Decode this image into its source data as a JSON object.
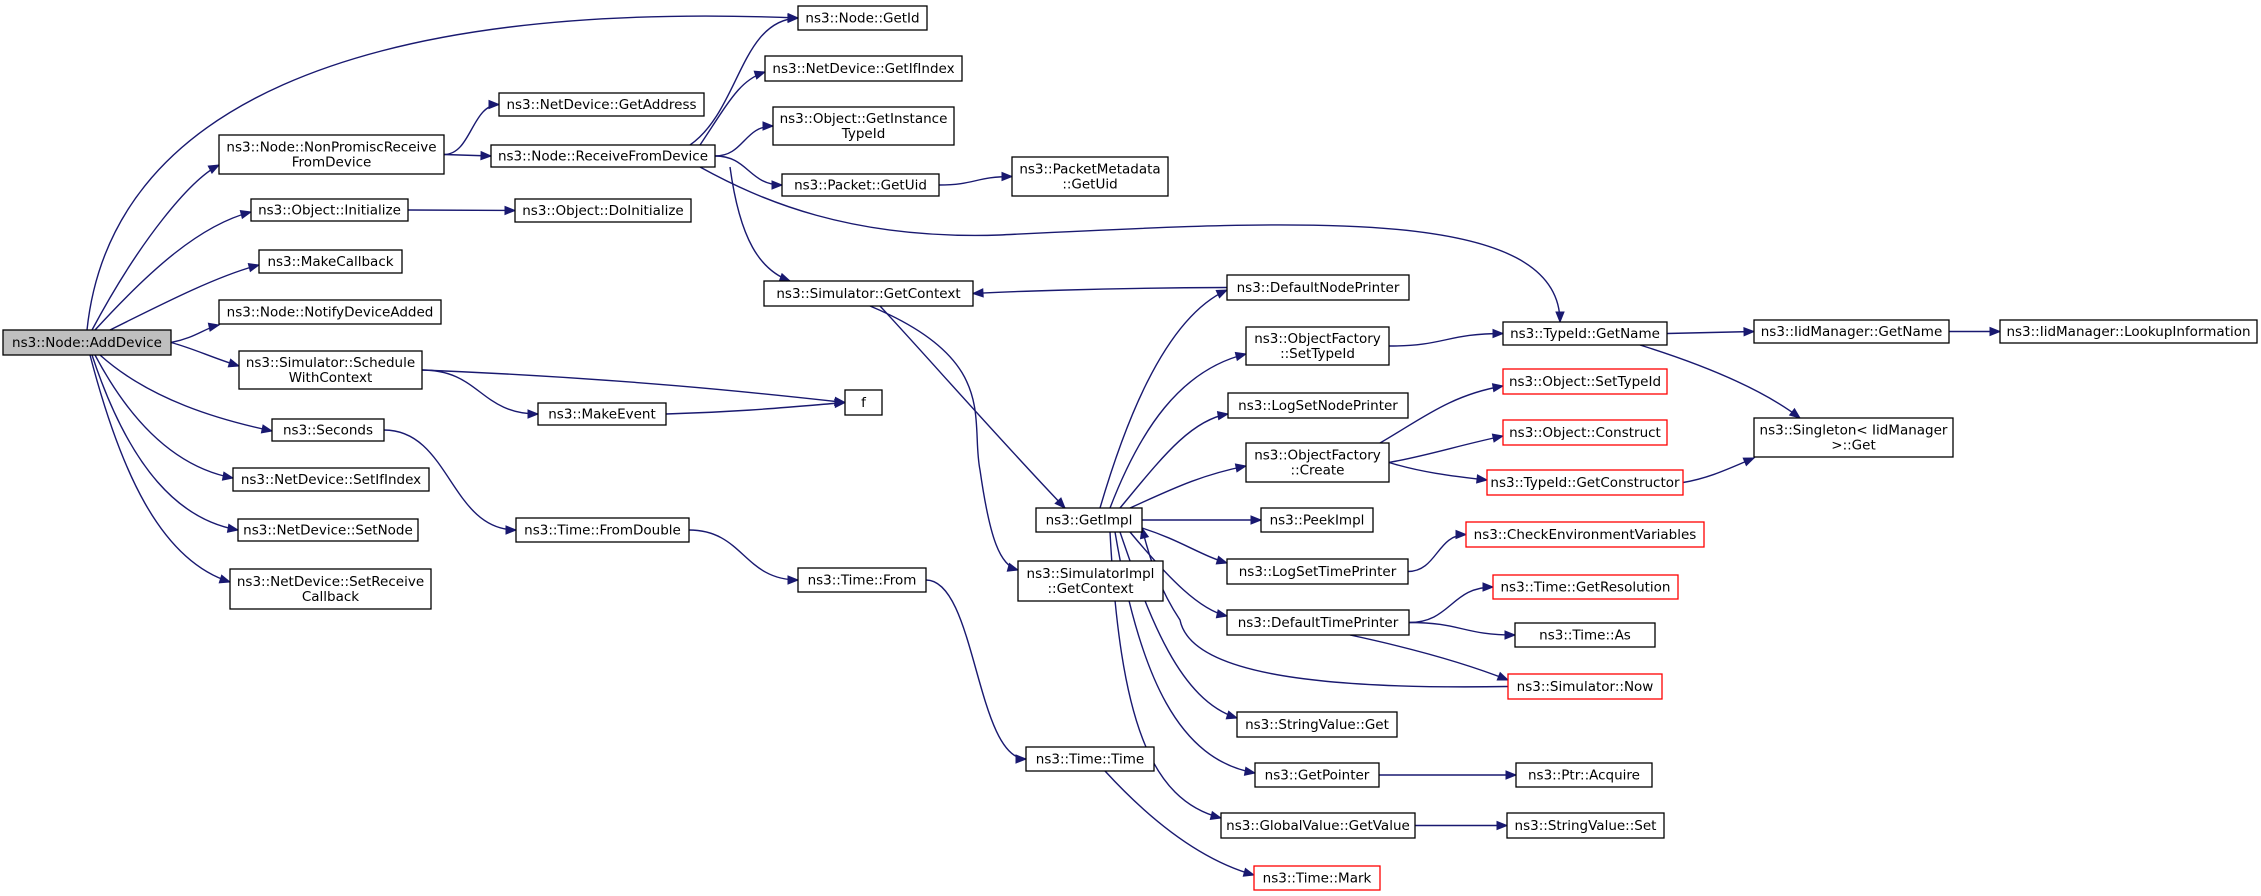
{
  "colors": {
    "edge": "#191970",
    "box_border": "#000000",
    "undocumented_border": "#ff0000",
    "root_fill": "#bfbfbf",
    "node_fill": "#ffffff"
  },
  "nodes": {
    "n0": {
      "lines": [
        "ns3::Node::AddDevice"
      ],
      "kind": "root"
    },
    "n1": {
      "lines": [
        "ns3::Node::GetId"
      ],
      "kind": "normal"
    },
    "n2": {
      "lines": [
        "ns3::Node::NonPromiscReceive",
        "FromDevice"
      ],
      "kind": "normal"
    },
    "n3": {
      "lines": [
        "ns3::NetDevice::GetAddress"
      ],
      "kind": "normal"
    },
    "n4": {
      "lines": [
        "ns3::Node::ReceiveFromDevice"
      ],
      "kind": "normal"
    },
    "n5": {
      "lines": [
        "ns3::NetDevice::GetIfIndex"
      ],
      "kind": "normal"
    },
    "n6": {
      "lines": [
        "ns3::Object::GetInstance",
        "TypeId"
      ],
      "kind": "normal"
    },
    "n7": {
      "lines": [
        "ns3::Packet::GetUid"
      ],
      "kind": "normal"
    },
    "n8": {
      "lines": [
        "ns3::PacketMetadata",
        "::GetUid"
      ],
      "kind": "normal"
    },
    "n9": {
      "lines": [
        "ns3::Object::Initialize"
      ],
      "kind": "normal"
    },
    "n10": {
      "lines": [
        "ns3::Object::DoInitialize"
      ],
      "kind": "normal"
    },
    "n11": {
      "lines": [
        "ns3::MakeCallback"
      ],
      "kind": "normal"
    },
    "n12": {
      "lines": [
        "ns3::Node::NotifyDeviceAdded"
      ],
      "kind": "normal"
    },
    "n13": {
      "lines": [
        "ns3::Simulator::Schedule",
        "WithContext"
      ],
      "kind": "normal"
    },
    "n14": {
      "lines": [
        "ns3::MakeEvent"
      ],
      "kind": "normal"
    },
    "n15": {
      "lines": [
        "f"
      ],
      "kind": "normal"
    },
    "n16": {
      "lines": [
        "ns3::Seconds"
      ],
      "kind": "normal"
    },
    "n17": {
      "lines": [
        "ns3::NetDevice::SetIfIndex"
      ],
      "kind": "normal"
    },
    "n18": {
      "lines": [
        "ns3::Time::FromDouble"
      ],
      "kind": "normal"
    },
    "n19": {
      "lines": [
        "ns3::NetDevice::SetNode"
      ],
      "kind": "normal"
    },
    "n20": {
      "lines": [
        "ns3::NetDevice::SetReceive",
        "Callback"
      ],
      "kind": "normal"
    },
    "n21": {
      "lines": [
        "ns3::Time::From"
      ],
      "kind": "normal"
    },
    "n22": {
      "lines": [
        "ns3::Time::Time"
      ],
      "kind": "normal"
    },
    "n23": {
      "lines": [
        "ns3::Time::Mark"
      ],
      "kind": "undocumented"
    },
    "n24": {
      "lines": [
        "ns3::Simulator::GetContext"
      ],
      "kind": "normal"
    },
    "n25": {
      "lines": [
        "ns3::GetImpl"
      ],
      "kind": "normal"
    },
    "n26": {
      "lines": [
        "ns3::SimulatorImpl",
        "::GetContext"
      ],
      "kind": "normal"
    },
    "n27": {
      "lines": [
        "ns3::DefaultNodePrinter"
      ],
      "kind": "normal"
    },
    "n28": {
      "lines": [
        "ns3::ObjectFactory",
        "::SetTypeId"
      ],
      "kind": "normal"
    },
    "n29": {
      "lines": [
        "ns3::LogSetNodePrinter"
      ],
      "kind": "normal"
    },
    "n30": {
      "lines": [
        "ns3::ObjectFactory",
        "::Create"
      ],
      "kind": "normal"
    },
    "n31": {
      "lines": [
        "ns3::PeekImpl"
      ],
      "kind": "normal"
    },
    "n32": {
      "lines": [
        "ns3::LogSetTimePrinter"
      ],
      "kind": "normal"
    },
    "n33": {
      "lines": [
        "ns3::DefaultTimePrinter"
      ],
      "kind": "normal"
    },
    "n34": {
      "lines": [
        "ns3::StringValue::Get"
      ],
      "kind": "normal"
    },
    "n35": {
      "lines": [
        "ns3::GetPointer"
      ],
      "kind": "normal"
    },
    "n36": {
      "lines": [
        "ns3::GlobalValue::GetValue"
      ],
      "kind": "normal"
    },
    "n37": {
      "lines": [
        "ns3::TypeId::GetName"
      ],
      "kind": "normal"
    },
    "n38": {
      "lines": [
        "ns3::IidManager::GetName"
      ],
      "kind": "normal"
    },
    "n39": {
      "lines": [
        "ns3::IidManager::LookupInformation"
      ],
      "kind": "normal"
    },
    "n40": {
      "lines": [
        "ns3::Singleton< IidManager",
        " >::Get"
      ],
      "kind": "normal"
    },
    "n41": {
      "lines": [
        "ns3::Object::SetTypeId"
      ],
      "kind": "undocumented"
    },
    "n42": {
      "lines": [
        "ns3::Object::Construct"
      ],
      "kind": "undocumented"
    },
    "n43": {
      "lines": [
        "ns3::TypeId::GetConstructor"
      ],
      "kind": "undocumented"
    },
    "n44": {
      "lines": [
        "ns3::CheckEnvironmentVariables"
      ],
      "kind": "undocumented"
    },
    "n45": {
      "lines": [
        "ns3::Time::GetResolution"
      ],
      "kind": "undocumented"
    },
    "n46": {
      "lines": [
        "ns3::Time::As"
      ],
      "kind": "normal"
    },
    "n47": {
      "lines": [
        "ns3::Simulator::Now"
      ],
      "kind": "undocumented"
    },
    "n48": {
      "lines": [
        "ns3::Ptr::Acquire"
      ],
      "kind": "normal"
    },
    "n49": {
      "lines": [
        "ns3::StringValue::Set"
      ],
      "kind": "normal"
    }
  },
  "edges": [
    [
      "n0",
      "n1"
    ],
    [
      "n0",
      "n2"
    ],
    [
      "n0",
      "n9"
    ],
    [
      "n0",
      "n11"
    ],
    [
      "n0",
      "n12"
    ],
    [
      "n0",
      "n13"
    ],
    [
      "n0",
      "n16"
    ],
    [
      "n0",
      "n17"
    ],
    [
      "n0",
      "n19"
    ],
    [
      "n0",
      "n20"
    ],
    [
      "n2",
      "n3"
    ],
    [
      "n2",
      "n4"
    ],
    [
      "n4",
      "n1"
    ],
    [
      "n4",
      "n5"
    ],
    [
      "n4",
      "n6"
    ],
    [
      "n4",
      "n7"
    ],
    [
      "n4",
      "n24"
    ],
    [
      "n4",
      "n37"
    ],
    [
      "n7",
      "n8"
    ],
    [
      "n9",
      "n10"
    ],
    [
      "n13",
      "n14"
    ],
    [
      "n13",
      "n15"
    ],
    [
      "n14",
      "n15"
    ],
    [
      "n16",
      "n18"
    ],
    [
      "n18",
      "n21"
    ],
    [
      "n21",
      "n22"
    ],
    [
      "n22",
      "n23"
    ],
    [
      "n24",
      "n25"
    ],
    [
      "n24",
      "n26"
    ],
    [
      "n25",
      "n27"
    ],
    [
      "n25",
      "n28"
    ],
    [
      "n25",
      "n29"
    ],
    [
      "n25",
      "n30"
    ],
    [
      "n25",
      "n31"
    ],
    [
      "n25",
      "n32"
    ],
    [
      "n25",
      "n33"
    ],
    [
      "n25",
      "n34"
    ],
    [
      "n25",
      "n35"
    ],
    [
      "n25",
      "n36"
    ],
    [
      "n27",
      "n24"
    ],
    [
      "n28",
      "n37"
    ],
    [
      "n30",
      "n41"
    ],
    [
      "n30",
      "n42"
    ],
    [
      "n30",
      "n43"
    ],
    [
      "n43",
      "n40"
    ],
    [
      "n32",
      "n44"
    ],
    [
      "n33",
      "n45"
    ],
    [
      "n33",
      "n46"
    ],
    [
      "n33",
      "n47"
    ],
    [
      "n47",
      "n25"
    ],
    [
      "n35",
      "n48"
    ],
    [
      "n36",
      "n49"
    ],
    [
      "n37",
      "n38"
    ],
    [
      "n37",
      "n40"
    ],
    [
      "n38",
      "n39"
    ]
  ]
}
